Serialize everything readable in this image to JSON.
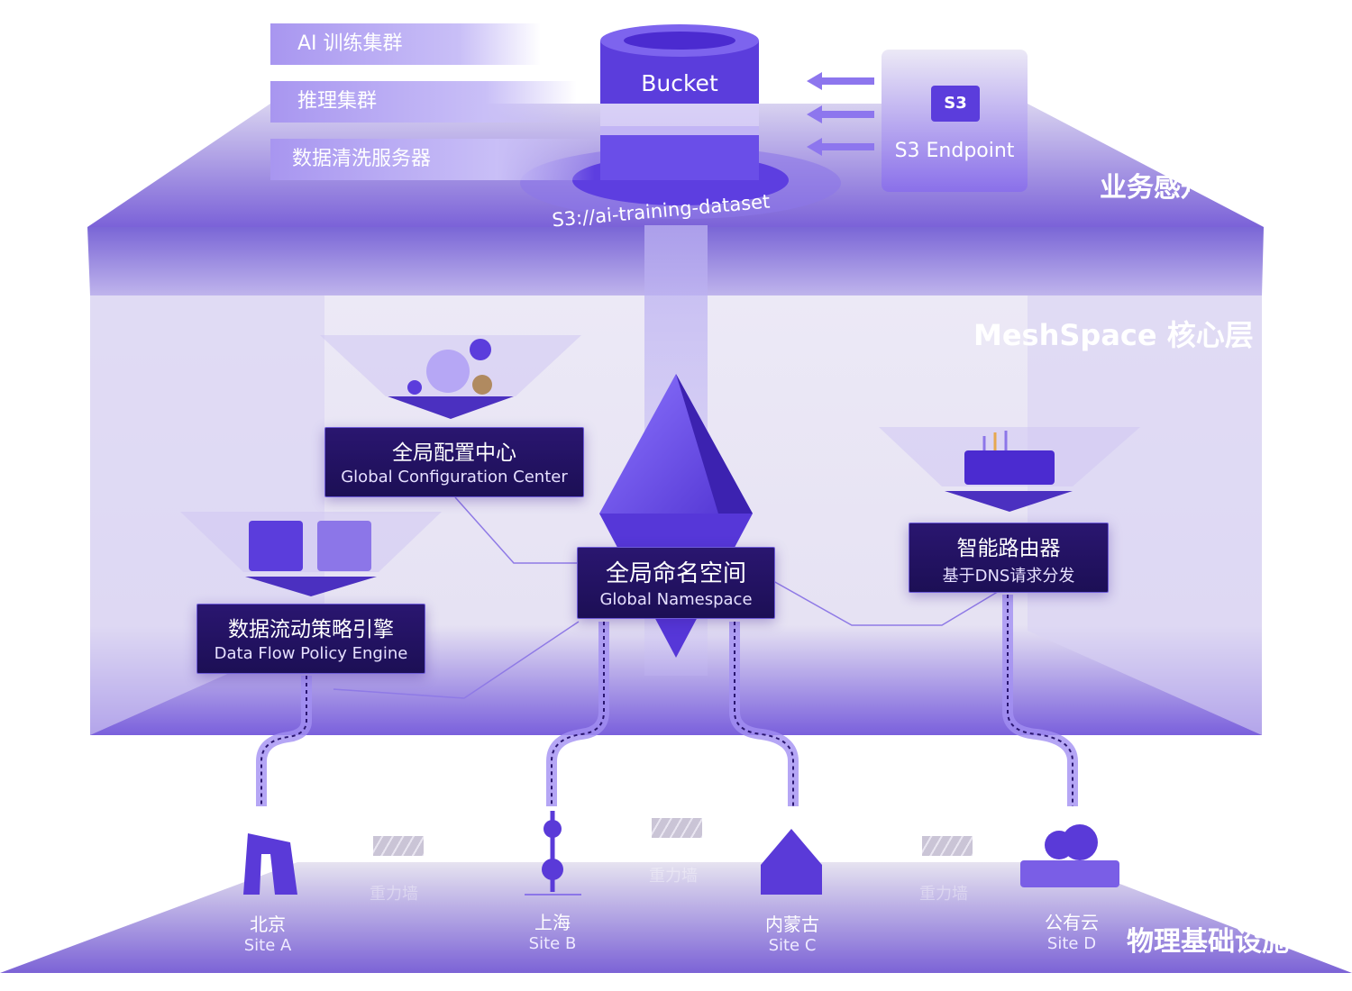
{
  "top_layer": {
    "label": "业务感知层",
    "clients": [
      "AI 训练集群",
      "推理集群",
      "数据清洗服务器"
    ],
    "bucket": {
      "label": "Bucket",
      "path": "S3://ai-training-dataset"
    },
    "endpoint": {
      "icon": "S3",
      "label": "S3 Endpoint"
    }
  },
  "core_layer": {
    "label": "MeshSpace 核心层",
    "global_config": {
      "zh": "全局配置中心",
      "en": "Global Configuration Center"
    },
    "namespace": {
      "zh": "全局命名空间",
      "en": "Global Namespace"
    },
    "router": {
      "zh": "智能路由器",
      "en": "基于DNS请求分发"
    },
    "policy": {
      "zh": "数据流动策略引擎",
      "en": "Data Flow Policy Engine"
    }
  },
  "physical_layer": {
    "label": "物理基础设施层",
    "sites": [
      {
        "zh": "北京",
        "en": "Site A"
      },
      {
        "zh": "上海",
        "en": "Site B"
      },
      {
        "zh": "内蒙古",
        "en": "Site C"
      },
      {
        "zh": "公有云",
        "en": "Site D"
      }
    ],
    "wall_label": "重力墙"
  },
  "colors": {
    "primary": "#6a4fe0",
    "dark": "#1c0f55",
    "light": "#e8e4f6"
  }
}
